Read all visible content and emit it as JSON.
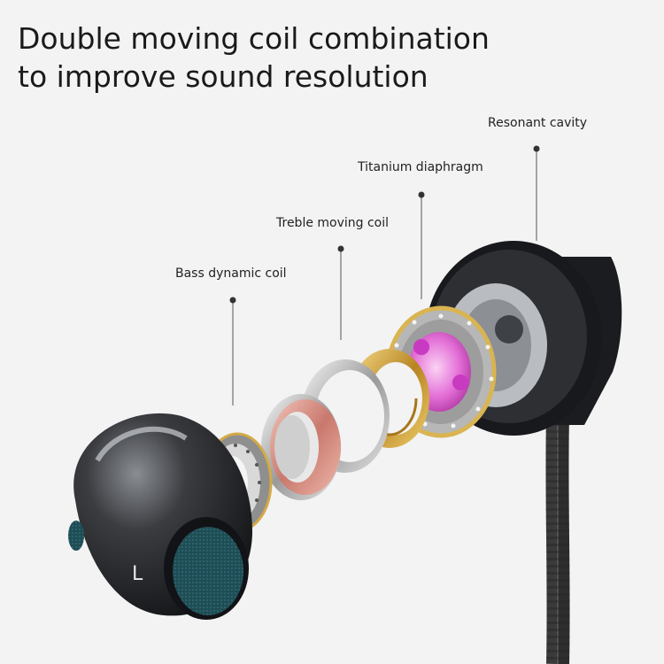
{
  "headline": {
    "line1": "Double moving coil combination",
    "line2": "to improve sound resolution"
  },
  "callouts": {
    "bass": "Bass dynamic coil",
    "treble": "Treble moving coil",
    "diaphragm": "Titanium diaphragm",
    "cavity": "Resonant cavity"
  },
  "earbud_side_mark": "L",
  "colors": {
    "background": "#f3f3f3",
    "shell": "#222428",
    "rose_gold_ring": "#d89a8f",
    "silver_ring": "#c9c9c9",
    "gold_ring": "#d7a83a",
    "diaphragm": "#e46ad8",
    "mesh": "#1f4d55"
  }
}
